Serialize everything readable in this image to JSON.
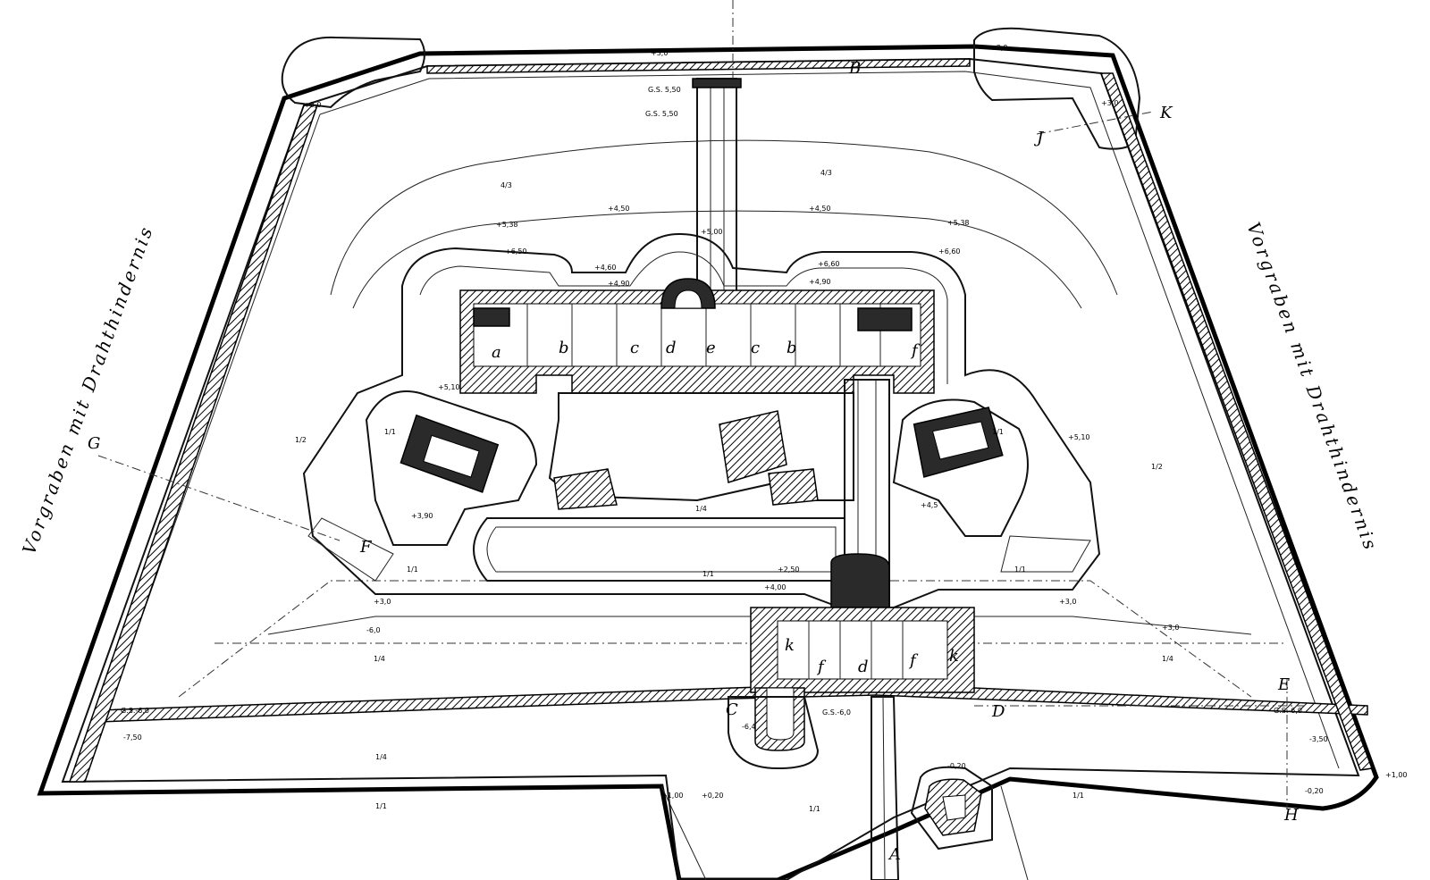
{
  "drawing": {
    "side_label_left": "Vorgraben mit Drahthindernis",
    "side_label_right": "Vorgraben mit Drahthindernis",
    "section_letters": {
      "A": "A",
      "B": "B",
      "C": "C",
      "D": "D",
      "E": "E",
      "F": "F",
      "G": "G",
      "H": "H",
      "J": "J",
      "K": "K"
    },
    "room_letters": [
      "a",
      "b",
      "c",
      "d",
      "e",
      "c",
      "b",
      "f",
      "k",
      "f",
      "d",
      "f",
      "k"
    ],
    "elevations": [
      "+3,0",
      "+3,0",
      "+3,0",
      "+3,0",
      "+5,38",
      "+5,38",
      "+6,50",
      "+6,60",
      "+5,00",
      "+6,60",
      "+4,60",
      "+4,50",
      "+4,50",
      "+4,90",
      "+4,90",
      "+5,10",
      "+5,10",
      "+3,90",
      "+3,0",
      "+4,00",
      "+3,0",
      "+2,50",
      "+4,5",
      "+3,0",
      "-7,50",
      "-3,50",
      "-6,4",
      "-6,0",
      "+1,00",
      "-0,20",
      "+0,20",
      "+1,00",
      "-0,20"
    ],
    "ground_levels": [
      "G.S. 5,50",
      "G.S. 5,50",
      "G.S.-6,0",
      "G.S.-6,0",
      "G.S.-6,0"
    ],
    "slope_ratios": [
      "4/3",
      "4/3",
      "1/2",
      "1/2",
      "1/1",
      "1/1",
      "1/4",
      "1/4",
      "1/1",
      "1/1",
      "1/4",
      "1/1",
      "1/1",
      "1/1",
      "1/4",
      "1/1"
    ]
  }
}
